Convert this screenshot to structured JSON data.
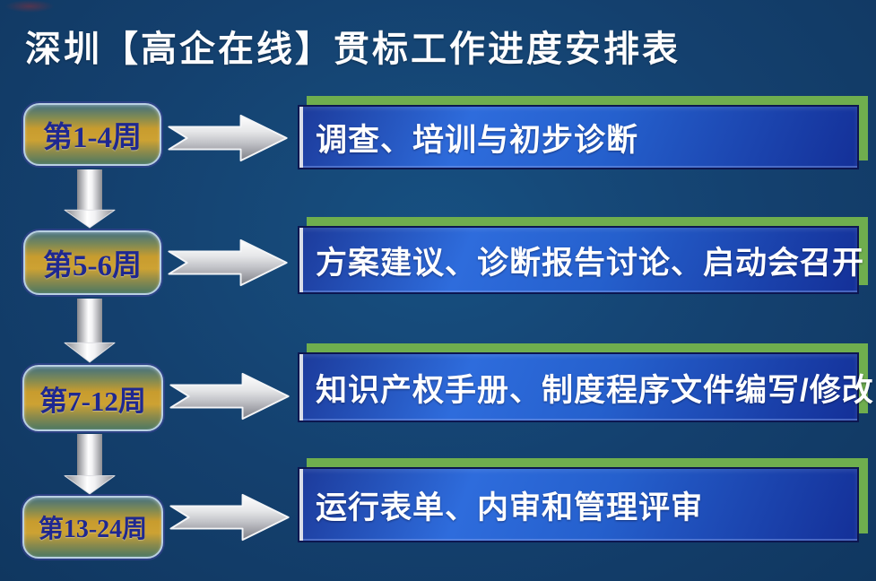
{
  "slide": {
    "title": "深圳【高企在线】贯标工作进度安排表"
  },
  "rows": [
    {
      "week": "第1-4周",
      "task": "调查、培训与初步诊断"
    },
    {
      "week": "第5-6周",
      "task": "方案建议、诊断报告讨论、启动会召开"
    },
    {
      "week": "第7-12周",
      "task": "知识产权手册、制度程序文件编写/修改"
    },
    {
      "week": "第13-24周",
      "task": "运行表单、内审和管理评审"
    }
  ],
  "icons": {
    "right_arrow": "right-arrow-icon",
    "down_arrow": "down-arrow-icon"
  },
  "colors": {
    "background": "#14406e",
    "task_box_blue": "#2e6cdc",
    "task_box_border": "#0c1650",
    "task_box_left_edge": "#d9dde8",
    "green_shadow": "#6fae4e",
    "badge_gold": "#c89c2e",
    "badge_teal_edge": "#44707f",
    "badge_border": "#b9d0e2",
    "badge_text": "#1f2890",
    "task_text": "#ffffff",
    "title_text": "#fdfdfe",
    "arrow_silver": "#c2c3c8"
  }
}
